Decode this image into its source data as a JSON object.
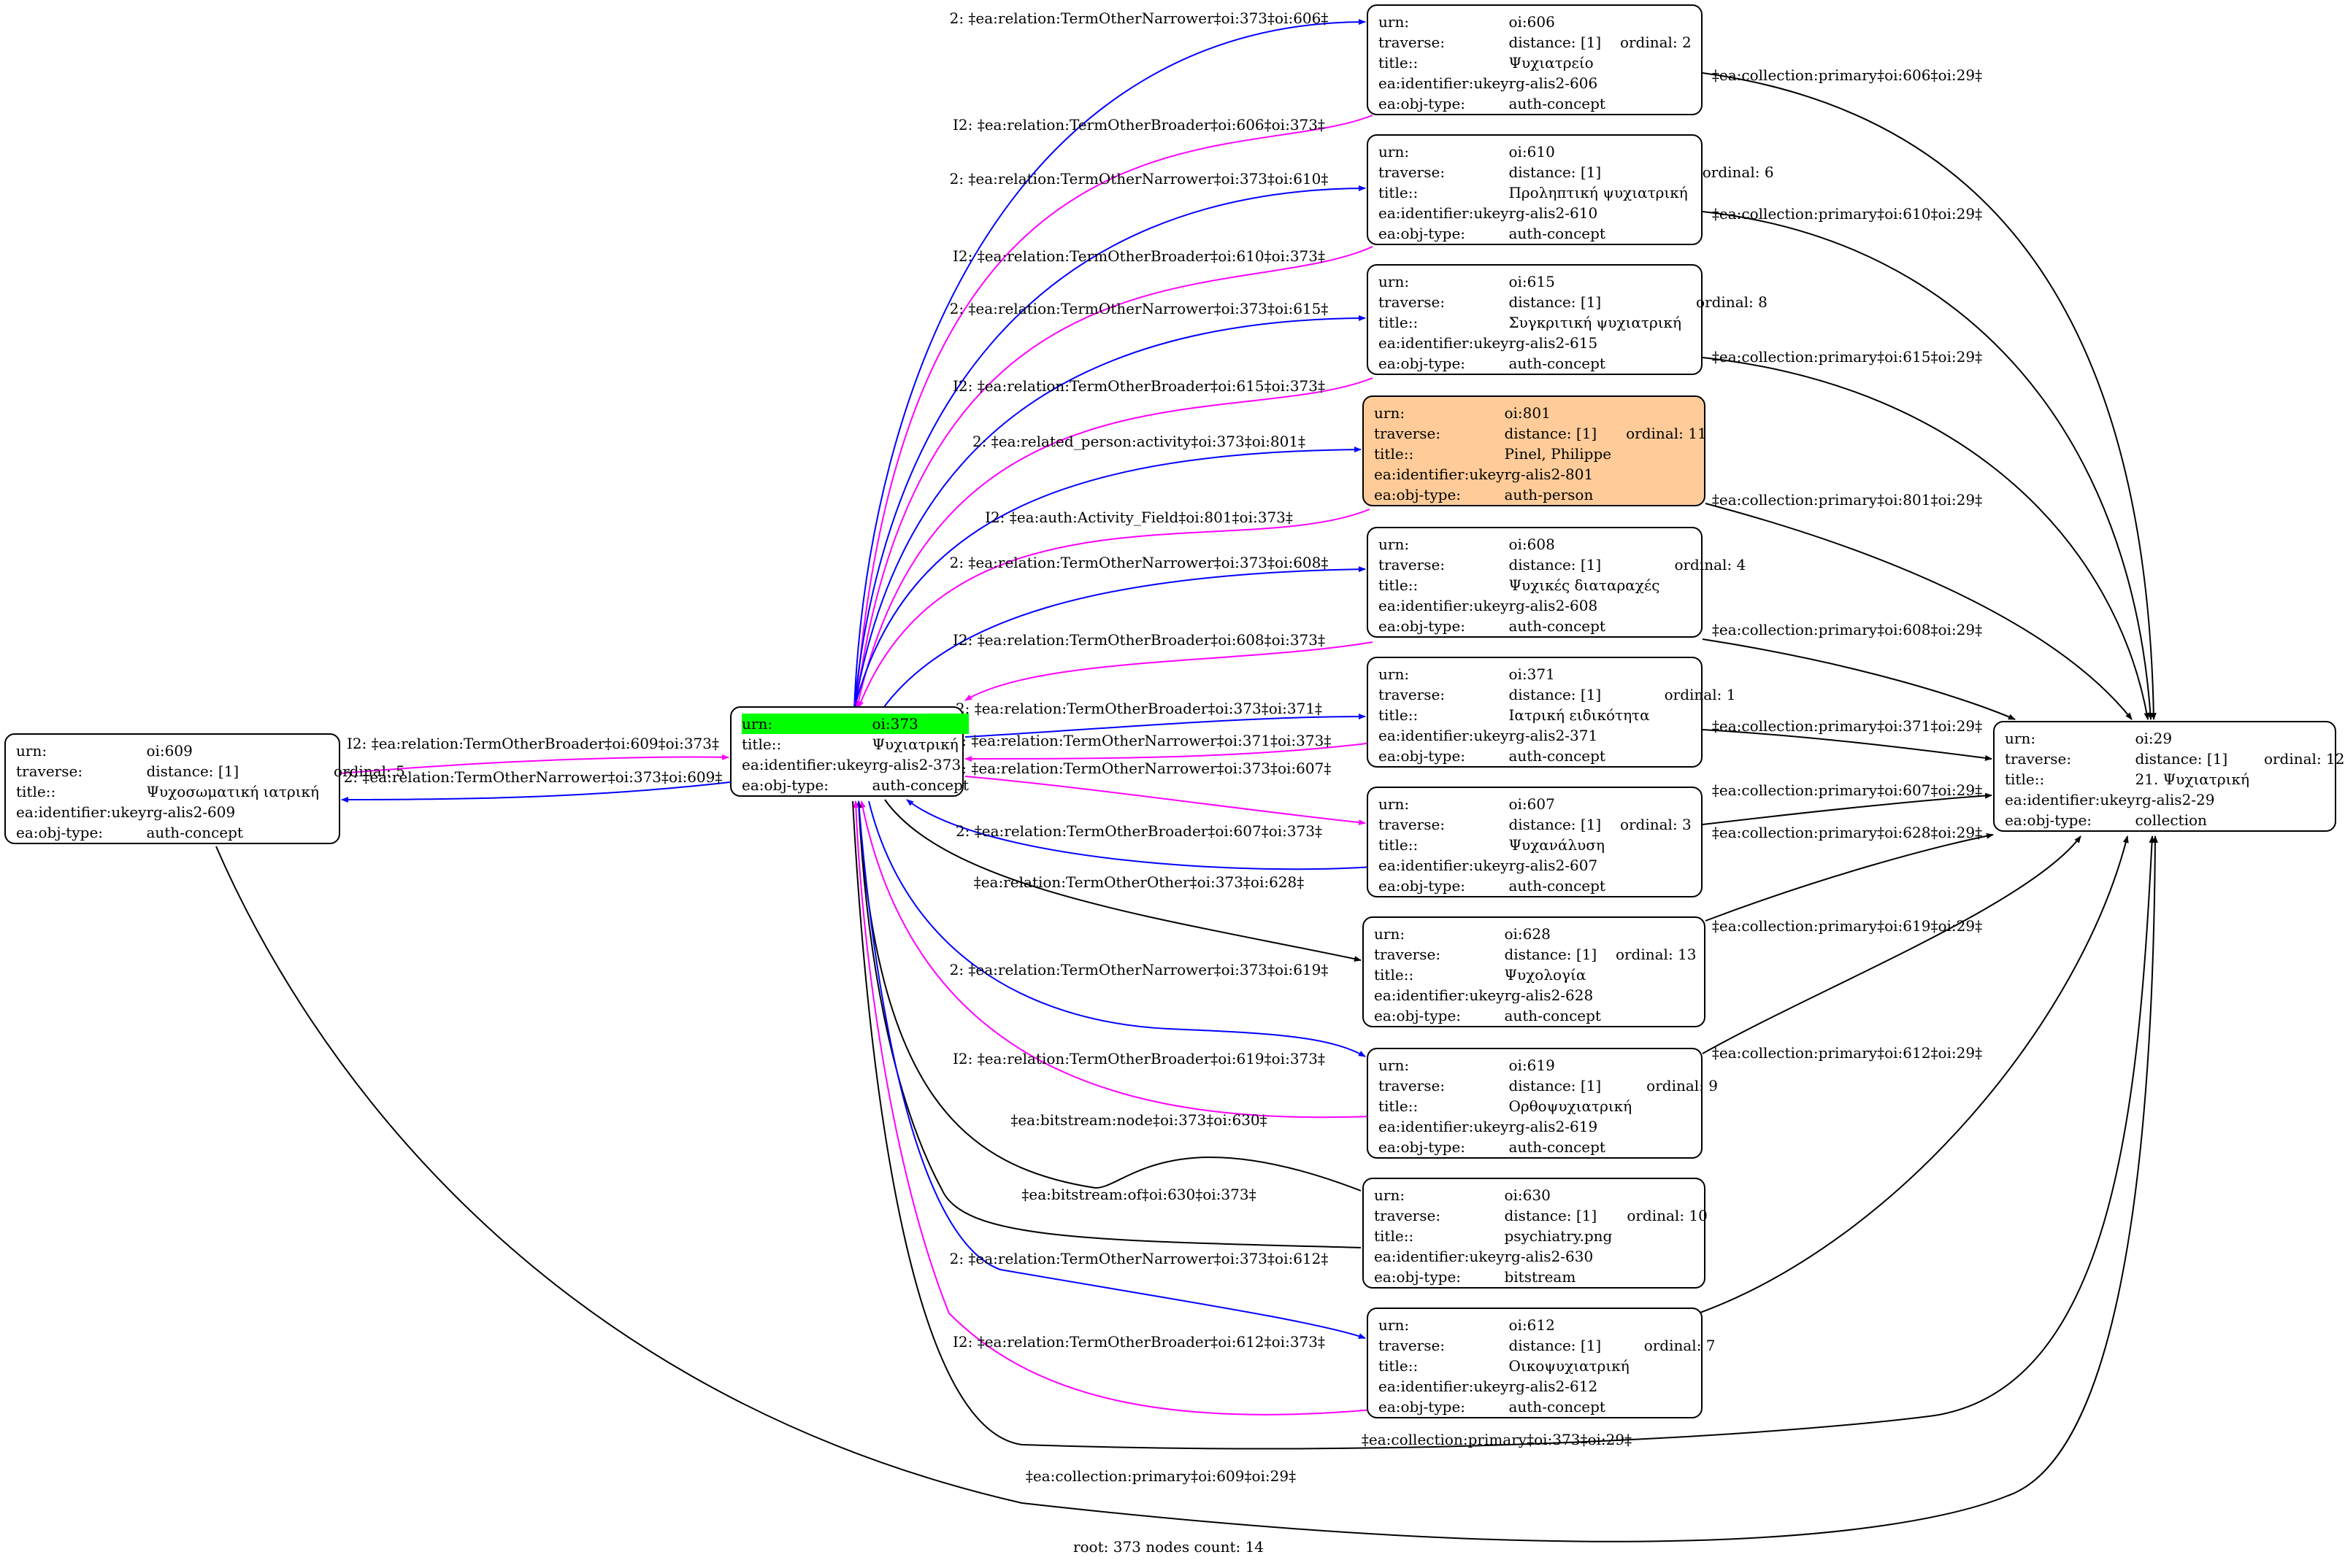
{
  "footer": "root: 373 nodes count: 14",
  "nodes": {
    "n609": {
      "urn": "oi:609",
      "title": "Ψυχοσωματική ιατρική",
      "ukey": "rg-alis2-609",
      "type": "auth-concept",
      "distance": "distance: [1]",
      "ordinal": "ordinal: 5"
    },
    "n373": {
      "urn": "oi:373",
      "title": "Ψυχιατρική",
      "ukey": "rg-alis2-373",
      "type": "auth-concept"
    },
    "n606": {
      "urn": "oi:606",
      "title": "Ψυχιατρείο",
      "ukey": "rg-alis2-606",
      "type": "auth-concept",
      "distance": "distance: [1]",
      "ordinal": "ordinal: 2"
    },
    "n610": {
      "urn": "oi:610",
      "title": "Προληπτική ψυχιατρική",
      "ukey": "rg-alis2-610",
      "type": "auth-concept",
      "distance": "distance: [1]",
      "ordinal": "ordinal: 6"
    },
    "n615": {
      "urn": "oi:615",
      "title": "Συγκριτική ψυχιατρική",
      "ukey": "rg-alis2-615",
      "type": "auth-concept",
      "distance": "distance: [1]",
      "ordinal": "ordinal: 8"
    },
    "n801": {
      "urn": "oi:801",
      "title": "Pinel, Philippe",
      "ukey": "rg-alis2-801",
      "type": "auth-person",
      "distance": "distance: [1]",
      "ordinal": "ordinal: 11"
    },
    "n608": {
      "urn": "oi:608",
      "title": "Ψυχικές διαταραχές",
      "ukey": "rg-alis2-608",
      "type": "auth-concept",
      "distance": "distance: [1]",
      "ordinal": "ordinal: 4"
    },
    "n371": {
      "urn": "oi:371",
      "title": "Ιατρική ειδικότητα",
      "ukey": "rg-alis2-371",
      "type": "auth-concept",
      "distance": "distance: [1]",
      "ordinal": "ordinal: 1"
    },
    "n607": {
      "urn": "oi:607",
      "title": "Ψυχανάλυση",
      "ukey": "rg-alis2-607",
      "type": "auth-concept",
      "distance": "distance: [1]",
      "ordinal": "ordinal: 3"
    },
    "n628": {
      "urn": "oi:628",
      "title": "Ψυχολογία",
      "ukey": "rg-alis2-628",
      "type": "auth-concept",
      "distance": "distance: [1]",
      "ordinal": "ordinal: 13"
    },
    "n619": {
      "urn": "oi:619",
      "title": "Ορθοψυχιατρική",
      "ukey": "rg-alis2-619",
      "type": "auth-concept",
      "distance": "distance: [1]",
      "ordinal": "ordinal: 9"
    },
    "n630": {
      "urn": "oi:630",
      "title": "psychiatry.png",
      "ukey": "rg-alis2-630",
      "type": "bitstream",
      "distance": "distance: [1]",
      "ordinal": "ordinal: 10"
    },
    "n612": {
      "urn": "oi:612",
      "title": "Οικοψυχιατρική",
      "ukey": "rg-alis2-612",
      "type": "auth-concept",
      "distance": "distance: [1]",
      "ordinal": "ordinal: 7"
    },
    "n29": {
      "urn": "oi:29",
      "title": "21. Ψυχιατρική",
      "ukey": "rg-alis2-29",
      "type": "collection",
      "distance": "distance: [1]",
      "ordinal": "ordinal: 12"
    }
  },
  "field_labels": {
    "urn": "urn:",
    "traverse": "traverse:",
    "title": "title::",
    "ukey": "ea:identifier:ukey",
    "type": "ea:obj-type:"
  },
  "edges": [
    {
      "id": "e1",
      "text": "2: ‡ea:relation:TermOtherNarrower‡oi:373‡oi:606‡",
      "color": "#0000ff"
    },
    {
      "id": "e2",
      "text": "I2: ‡ea:relation:TermOtherBroader‡oi:606‡oi:373‡",
      "color": "#ff00ff"
    },
    {
      "id": "e3",
      "text": "2: ‡ea:relation:TermOtherNarrower‡oi:373‡oi:610‡",
      "color": "#0000ff"
    },
    {
      "id": "e4",
      "text": "I2: ‡ea:relation:TermOtherBroader‡oi:610‡oi:373‡",
      "color": "#ff00ff"
    },
    {
      "id": "e5",
      "text": "2: ‡ea:relation:TermOtherNarrower‡oi:373‡oi:615‡",
      "color": "#0000ff"
    },
    {
      "id": "e6",
      "text": "I2: ‡ea:relation:TermOtherBroader‡oi:615‡oi:373‡",
      "color": "#ff00ff"
    },
    {
      "id": "e7",
      "text": "2: ‡ea:related_person:activity‡oi:373‡oi:801‡",
      "color": "#0000ff"
    },
    {
      "id": "e8",
      "text": "I2: ‡ea:auth:Activity_Field‡oi:801‡oi:373‡",
      "color": "#ff00ff"
    },
    {
      "id": "e9",
      "text": "2: ‡ea:relation:TermOtherNarrower‡oi:373‡oi:608‡",
      "color": "#0000ff"
    },
    {
      "id": "e10",
      "text": "I2: ‡ea:relation:TermOtherBroader‡oi:608‡oi:373‡",
      "color": "#ff00ff"
    },
    {
      "id": "e11",
      "text": "2: ‡ea:relation:TermOtherBroader‡oi:373‡oi:371‡",
      "color": "#0000ff"
    },
    {
      "id": "e12",
      "text": "I2: ‡ea:relation:TermOtherNarrower‡oi:371‡oi:373‡",
      "color": "#ff00ff"
    },
    {
      "id": "e13",
      "text": "I2: ‡ea:relation:TermOtherNarrower‡oi:373‡oi:607‡",
      "color": "#ff00ff"
    },
    {
      "id": "e14",
      "text": "2: ‡ea:relation:TermOtherBroader‡oi:607‡oi:373‡",
      "color": "#0000ff"
    },
    {
      "id": "e15",
      "text": "‡ea:relation:TermOtherOther‡oi:373‡oi:628‡",
      "color": "#000000"
    },
    {
      "id": "e16",
      "text": "2: ‡ea:relation:TermOtherNarrower‡oi:373‡oi:619‡",
      "color": "#0000ff"
    },
    {
      "id": "e17",
      "text": "I2: ‡ea:relation:TermOtherBroader‡oi:619‡oi:373‡",
      "color": "#ff00ff"
    },
    {
      "id": "e18",
      "text": "‡ea:bitstream:node‡oi:373‡oi:630‡",
      "color": "#000000"
    },
    {
      "id": "e19",
      "text": "‡ea:bitstream:of‡oi:630‡oi:373‡",
      "color": "#000000"
    },
    {
      "id": "e20",
      "text": "2: ‡ea:relation:TermOtherNarrower‡oi:373‡oi:612‡",
      "color": "#0000ff"
    },
    {
      "id": "e21",
      "text": "I2: ‡ea:relation:TermOtherBroader‡oi:612‡oi:373‡",
      "color": "#ff00ff"
    },
    {
      "id": "e22",
      "text": "I2: ‡ea:relation:TermOtherBroader‡oi:609‡oi:373‡",
      "color": "#ff00ff"
    },
    {
      "id": "e23",
      "text": "2: ‡ea:relation:TermOtherNarrower‡oi:373‡oi:609‡",
      "color": "#0000ff"
    },
    {
      "id": "e24",
      "text": "‡ea:collection:primary‡oi:606‡oi:29‡",
      "color": "#000000"
    },
    {
      "id": "e25",
      "text": "‡ea:collection:primary‡oi:610‡oi:29‡",
      "color": "#000000"
    },
    {
      "id": "e26",
      "text": "‡ea:collection:primary‡oi:615‡oi:29‡",
      "color": "#000000"
    },
    {
      "id": "e27",
      "text": "‡ea:collection:primary‡oi:801‡oi:29‡",
      "color": "#000000"
    },
    {
      "id": "e28",
      "text": "‡ea:collection:primary‡oi:608‡oi:29‡",
      "color": "#000000"
    },
    {
      "id": "e29",
      "text": "‡ea:collection:primary‡oi:371‡oi:29‡",
      "color": "#000000"
    },
    {
      "id": "e30",
      "text": "‡ea:collection:primary‡oi:607‡oi:29‡",
      "color": "#000000"
    },
    {
      "id": "e31",
      "text": "‡ea:collection:primary‡oi:628‡oi:29‡",
      "color": "#000000"
    },
    {
      "id": "e32",
      "text": "‡ea:collection:primary‡oi:619‡oi:29‡",
      "color": "#000000"
    },
    {
      "id": "e33",
      "text": "‡ea:collection:primary‡oi:612‡oi:29‡",
      "color": "#000000"
    },
    {
      "id": "e34",
      "text": "‡ea:collection:primary‡oi:373‡oi:29‡",
      "color": "#000000"
    },
    {
      "id": "e35",
      "text": "‡ea:collection:primary‡oi:609‡oi:29‡",
      "color": "#000000"
    }
  ]
}
